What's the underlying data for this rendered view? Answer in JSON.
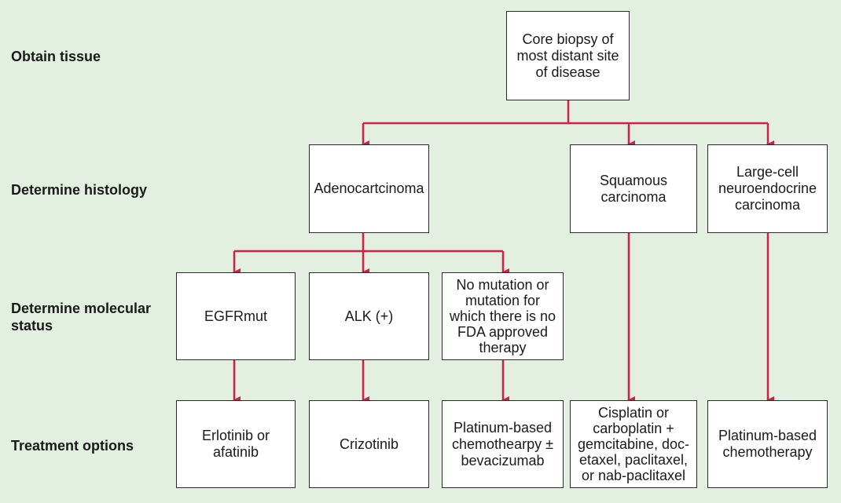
{
  "colors": {
    "background": "#e3efe1",
    "connector": "#d0204a",
    "box_border": "#2a2a2a"
  },
  "row_labels": {
    "obtain": "Obtain tissue",
    "histology": "Determine histology",
    "molecular": "Determine molecular\nstatus",
    "treatment": "Treatment options"
  },
  "boxes": {
    "biopsy": "Core biopsy of\nmost distant site\nof disease",
    "adeno": "Adenocartcinoma",
    "squamous": "Squamous\ncarcinoma",
    "large_cell": "Large-cell\nneuroendocrine\ncarcinoma",
    "egfr": "EGFRmut",
    "alk": "ALK (+)",
    "no_mutation": "No mutation or\nmutation for\nwhich there is no\nFDA approved\ntherapy",
    "tx_egfr": "Erlotinib or\nafatinib",
    "tx_alk": "Crizotinib",
    "tx_nomut": "Platinum-based\nchemothearpy ±\nbevacizumab",
    "tx_squamous": "Cisplatin or\ncarboplatin +\ngemcitabine, doc-\netaxel, paclitaxel,\nor nab-paclitaxel",
    "tx_large": "Platinum-based\nchemotherapy"
  }
}
